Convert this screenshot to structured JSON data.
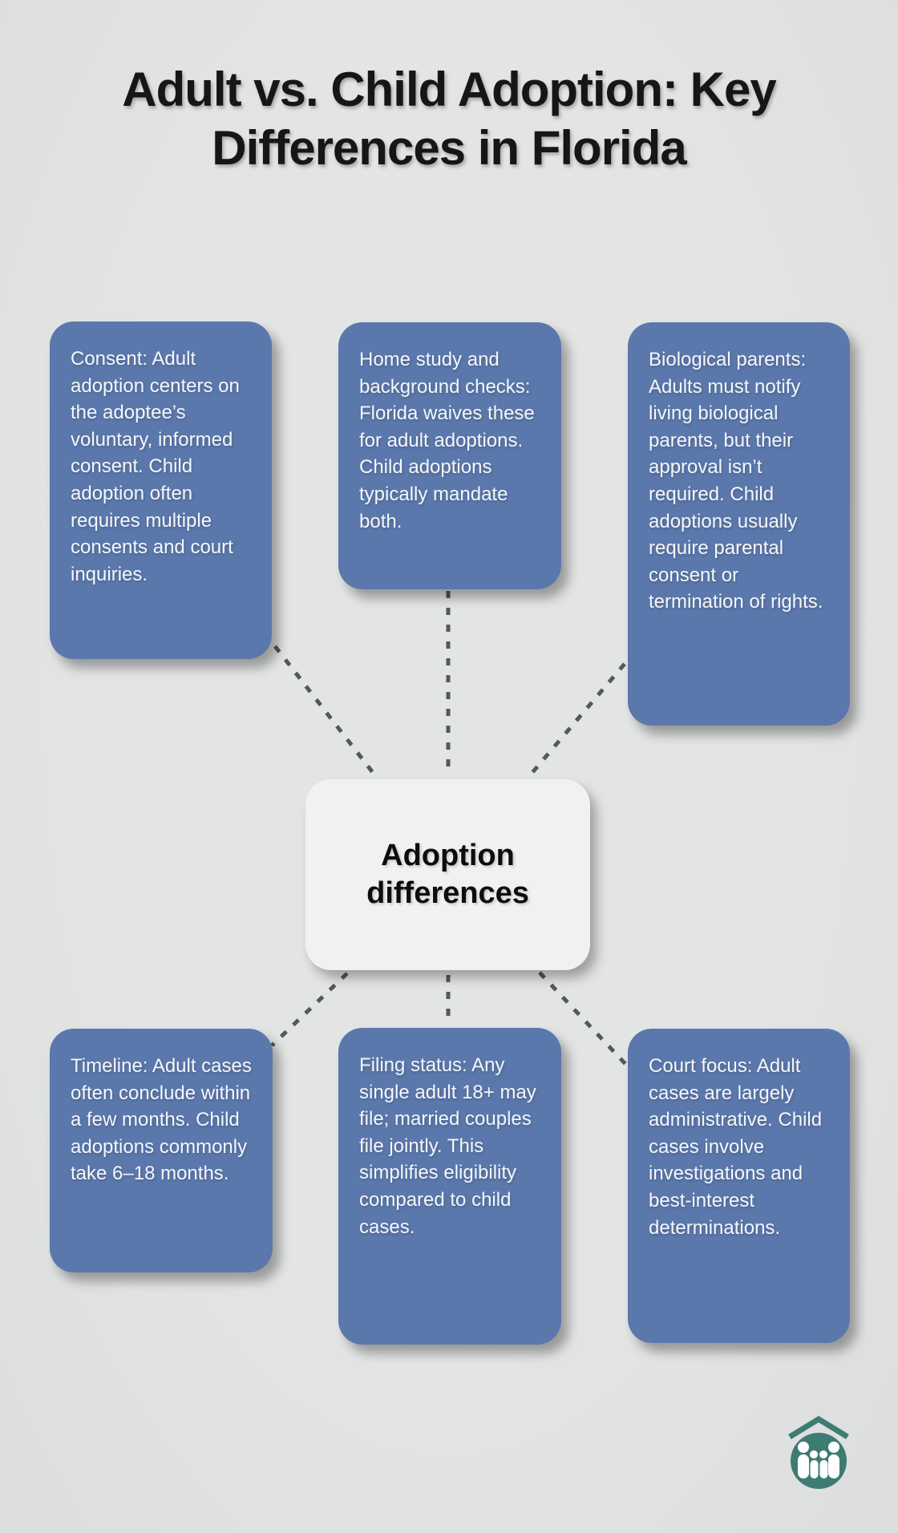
{
  "title": "Adult vs. Child Adoption: Key Differences in Florida",
  "center": {
    "label": "Adoption differences"
  },
  "cards": [
    {
      "id": "consent",
      "text": "Consent: Adult adoption centers on the adoptee’s voluntary, informed consent. Child adoption often requires multiple consents and court inquiries."
    },
    {
      "id": "home-study",
      "text": "Home study and background checks: Florida waives these for adult adoptions. Child adoptions typically mandate both."
    },
    {
      "id": "biological-parents",
      "text": "Biological parents: Adults must notify living biological parents, but their approval isn’t required. Child adoptions usually require parental consent or termination of rights."
    },
    {
      "id": "timeline",
      "text": "Timeline: Adult cases often conclude within a few months. Child adoptions commonly take 6–18 months."
    },
    {
      "id": "filing-status",
      "text": "Filing status: Any single adult 18+ may file; married couples file jointly. This simplifies eligibility compared to child cases."
    },
    {
      "id": "court-focus",
      "text": "Court focus: Adult cases are largely administrative. Child cases involve investigations and best-interest determinations."
    }
  ],
  "logo": {
    "icon": "family-under-roof"
  },
  "colors": {
    "page_bg": "#e0e2e1",
    "card_bg": "#5b78ac",
    "card_text": "#f5f7fa",
    "node_bg": "#eff1f3",
    "title_color": "#161616",
    "dash_color": "#54585a",
    "logo_teal": "#3e7b73",
    "logo_figures": "#ffffff"
  }
}
